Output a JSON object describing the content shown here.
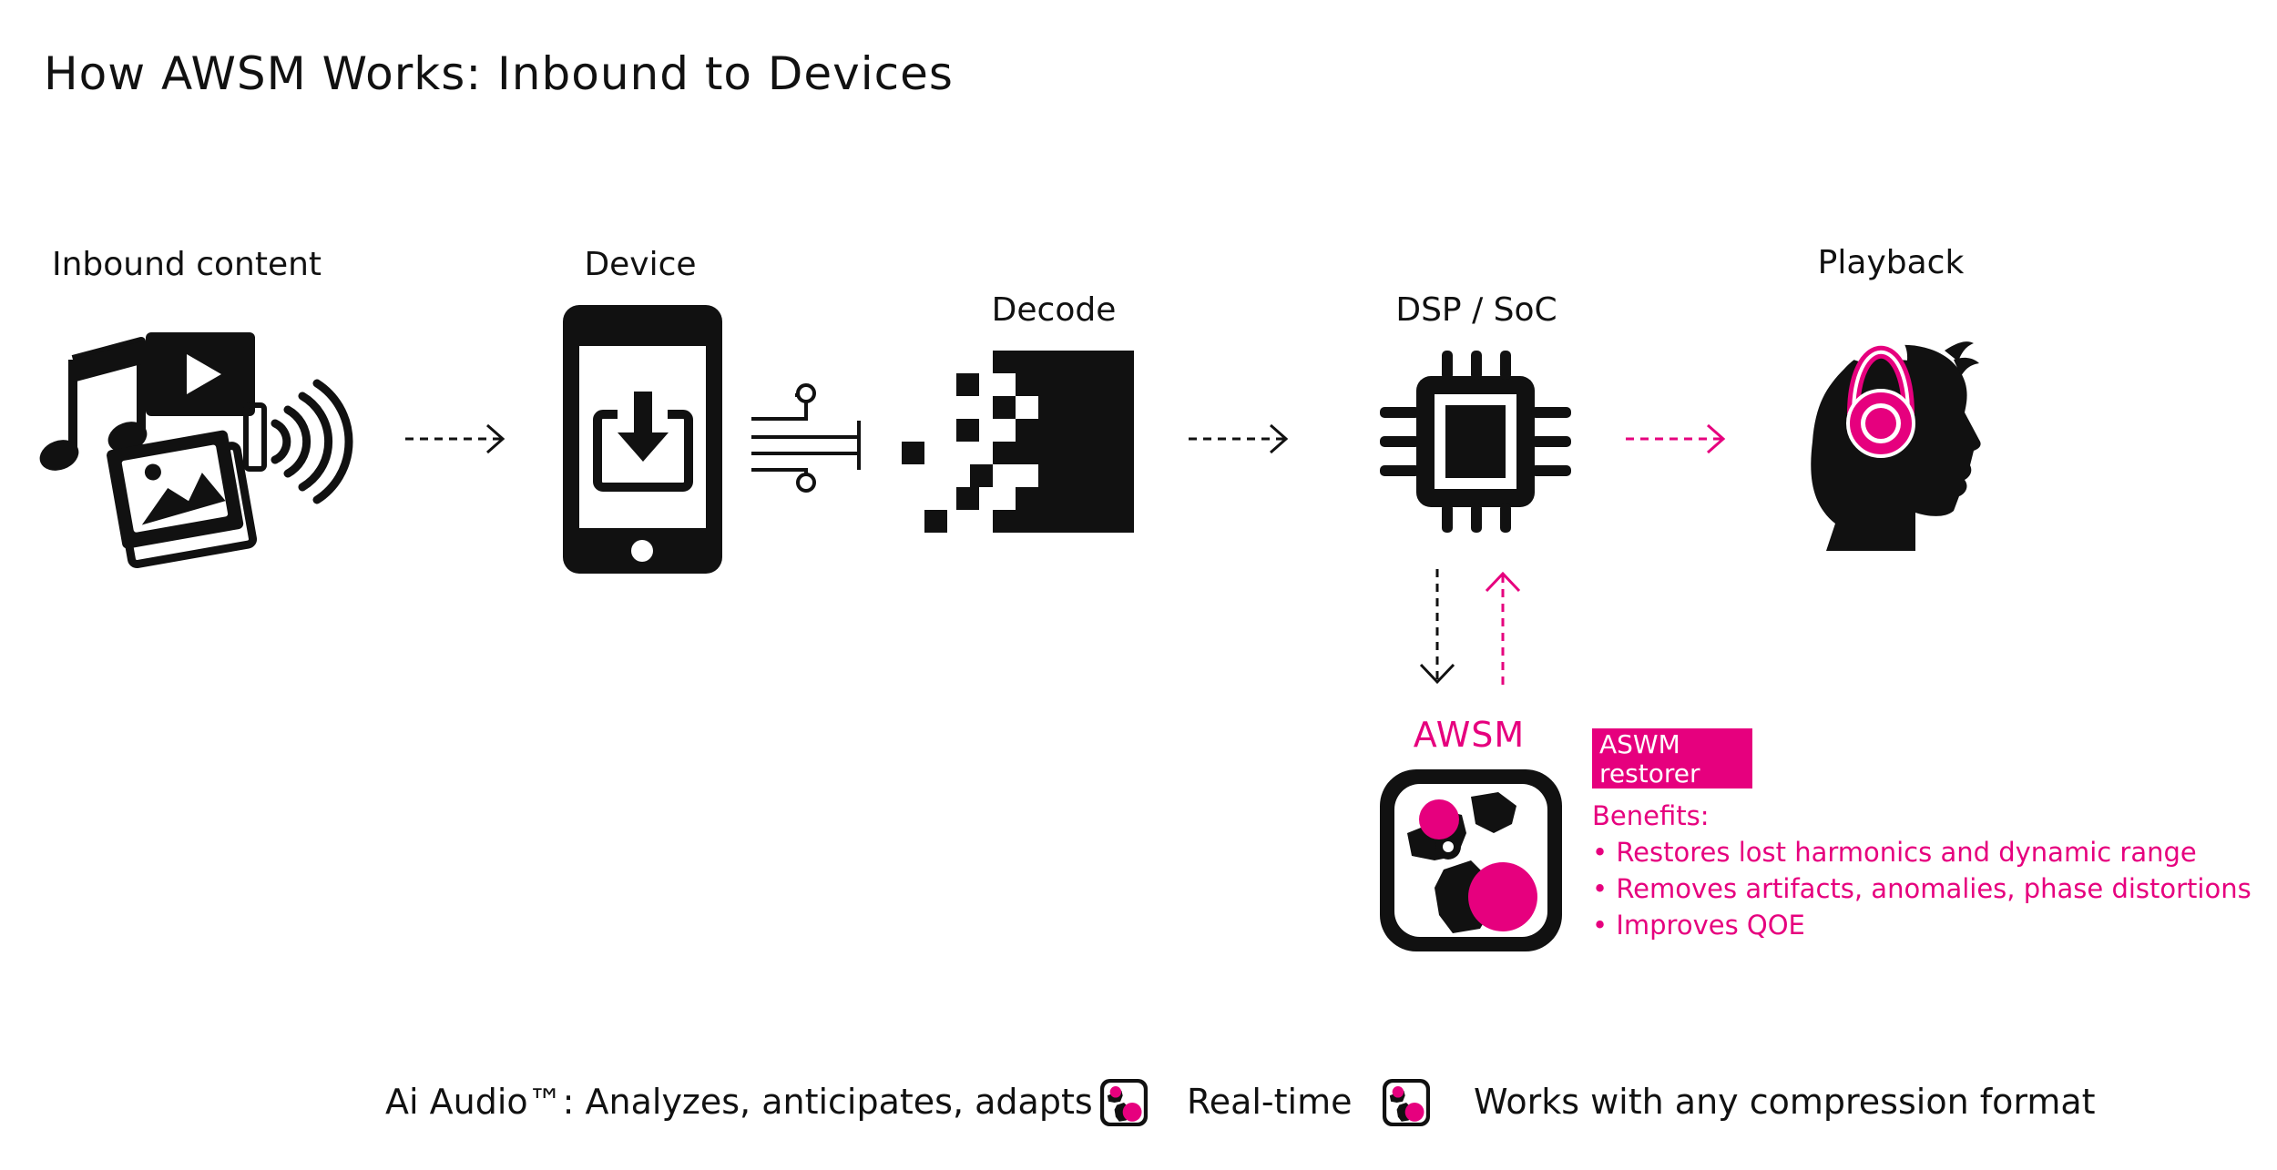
{
  "title": "How AWSM Works: Inbound to Devices",
  "stages": {
    "inbound": "Inbound content",
    "device": "Device",
    "decode": "Decode",
    "dsp": "DSP / SoC",
    "playback": "Playback"
  },
  "awsm": {
    "label": "AWSM",
    "badge_line1": "ASWM",
    "badge_line2": "restorer",
    "benefits_heading": "Benefits:",
    "benefits": [
      "Restores lost harmonics and dynamic range",
      "Removes artifacts, anomalies, phase distortions",
      "Improves QOE"
    ]
  },
  "footer": {
    "item1": "Ai Audio™: Analyzes, anticipates, adapts",
    "item2": "Real-time",
    "item3": "Works with any compression format"
  },
  "colors": {
    "accent": "#e6007e",
    "ink": "#111111"
  },
  "icons": {
    "inbound": [
      "music-note-icon",
      "video-play-icon",
      "image-gallery-icon",
      "wireless-signal-icon"
    ],
    "device": "smartphone-download-icon",
    "stream": "data-stream-icon",
    "decode": "pixel-decode-icon",
    "dsp": "chip-icon",
    "playback": "headphones-head-icon",
    "awsm": "gears-icon"
  }
}
